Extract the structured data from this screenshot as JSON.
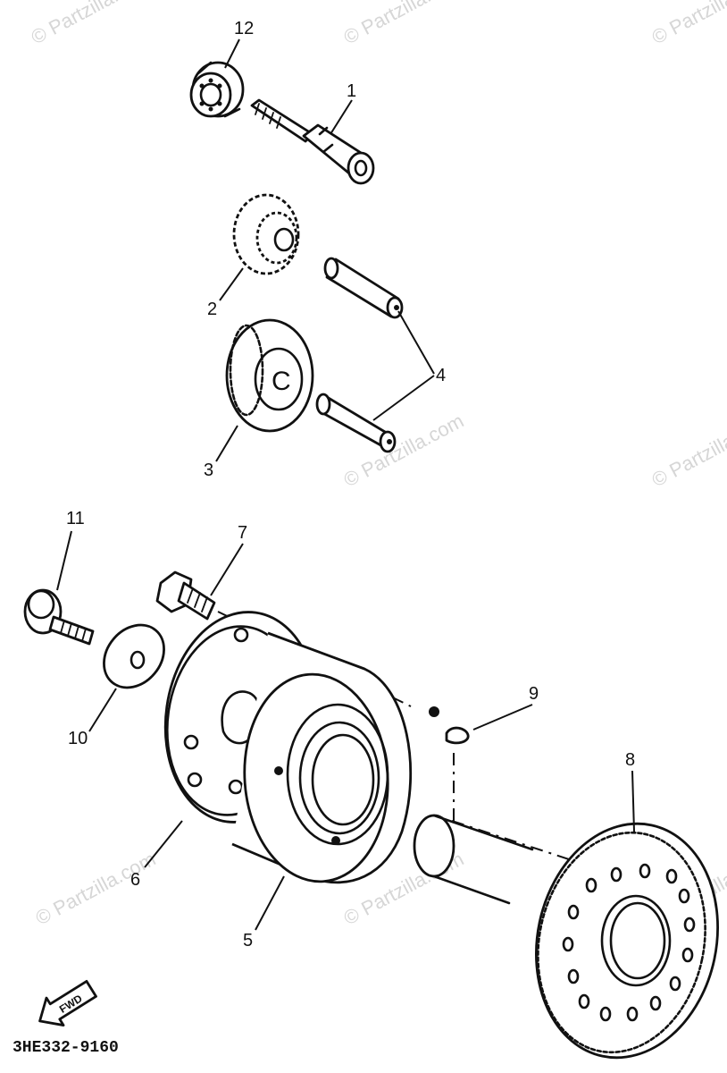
{
  "watermark": "© Partzilla.com",
  "diagram_code": "3HE332-9160",
  "fwd_label": "FWD",
  "callouts": {
    "c1": "1",
    "c2": "2",
    "c3": "3",
    "c4": "4",
    "c5": "5",
    "c6": "6",
    "c7": "7",
    "c8": "8",
    "c9": "9",
    "c10": "10",
    "c11": "11",
    "c12": "12"
  }
}
